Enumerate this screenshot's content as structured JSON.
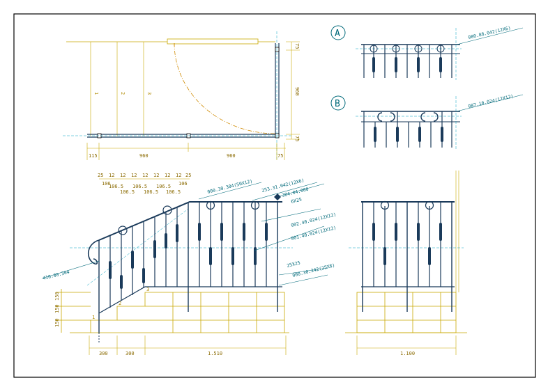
{
  "views": {
    "detail_a": {
      "tag": "A",
      "part_label": "080.88.042(12X6)"
    },
    "detail_b": {
      "tag": "B",
      "part_label": "087.10.024(12X12)"
    }
  },
  "plan": {
    "dims_bottom": [
      "115",
      "960",
      "960",
      "75"
    ],
    "dims_right": [
      "75",
      "960",
      "75"
    ],
    "stair_numbers": [
      "1",
      "2",
      "3"
    ]
  },
  "elevation": {
    "spacing_top": [
      "25",
      "12",
      "12",
      "12",
      "12",
      "12",
      "12",
      "12",
      "25"
    ],
    "spacing_row2": [
      "106",
      "106.5",
      "106.5",
      "106.5",
      "106"
    ],
    "spacing_row3": [
      "106.5",
      "106.5",
      "106.5"
    ],
    "part_labels": {
      "handrail": "000.30.304(50X12)",
      "ring": "253.31.042(12X6)",
      "finial": "384.04.000",
      "finial_size": "6X25",
      "post_a": "002.40.024(12X12)",
      "post_b": "001.40.024(12X12)",
      "volute": "410.00.304",
      "bar_size": "25X25",
      "base_rail": "000.30.242(25X8)"
    },
    "dims_bottom": [
      "300",
      "300",
      "1.510"
    ],
    "dims_left": [
      "150",
      "150",
      "150"
    ],
    "step_numbers": [
      "1",
      "2",
      "3"
    ]
  },
  "side": {
    "dim_bottom": "1.100"
  }
}
